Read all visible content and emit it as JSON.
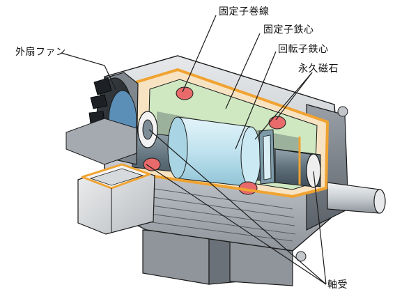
{
  "diagram": {
    "labels": {
      "stator_winding": "固定子巻線",
      "stator_core": "固定子鉄心",
      "rotor_core": "回転子鉄心",
      "permanent_magnet": "永久磁石",
      "external_fan": "外扇ファン",
      "bearing": "軸受"
    },
    "colors": {
      "outline": "#1b1b1b",
      "casing_light": "#d7d9dc",
      "casing_mid": "#b2b6bb",
      "casing_dark": "#5d636a",
      "cutaway_frame": "#f0a331",
      "stator_core": "#cfe8c2",
      "rotor_core": "#bfe2ee",
      "rotor_shaft": "#6a7a86",
      "winding": "#e86a6a",
      "fan_dark": "#2b2f33",
      "bearing": "#eeeeee"
    },
    "icons": [
      "motor-cutaway-illustration"
    ]
  }
}
